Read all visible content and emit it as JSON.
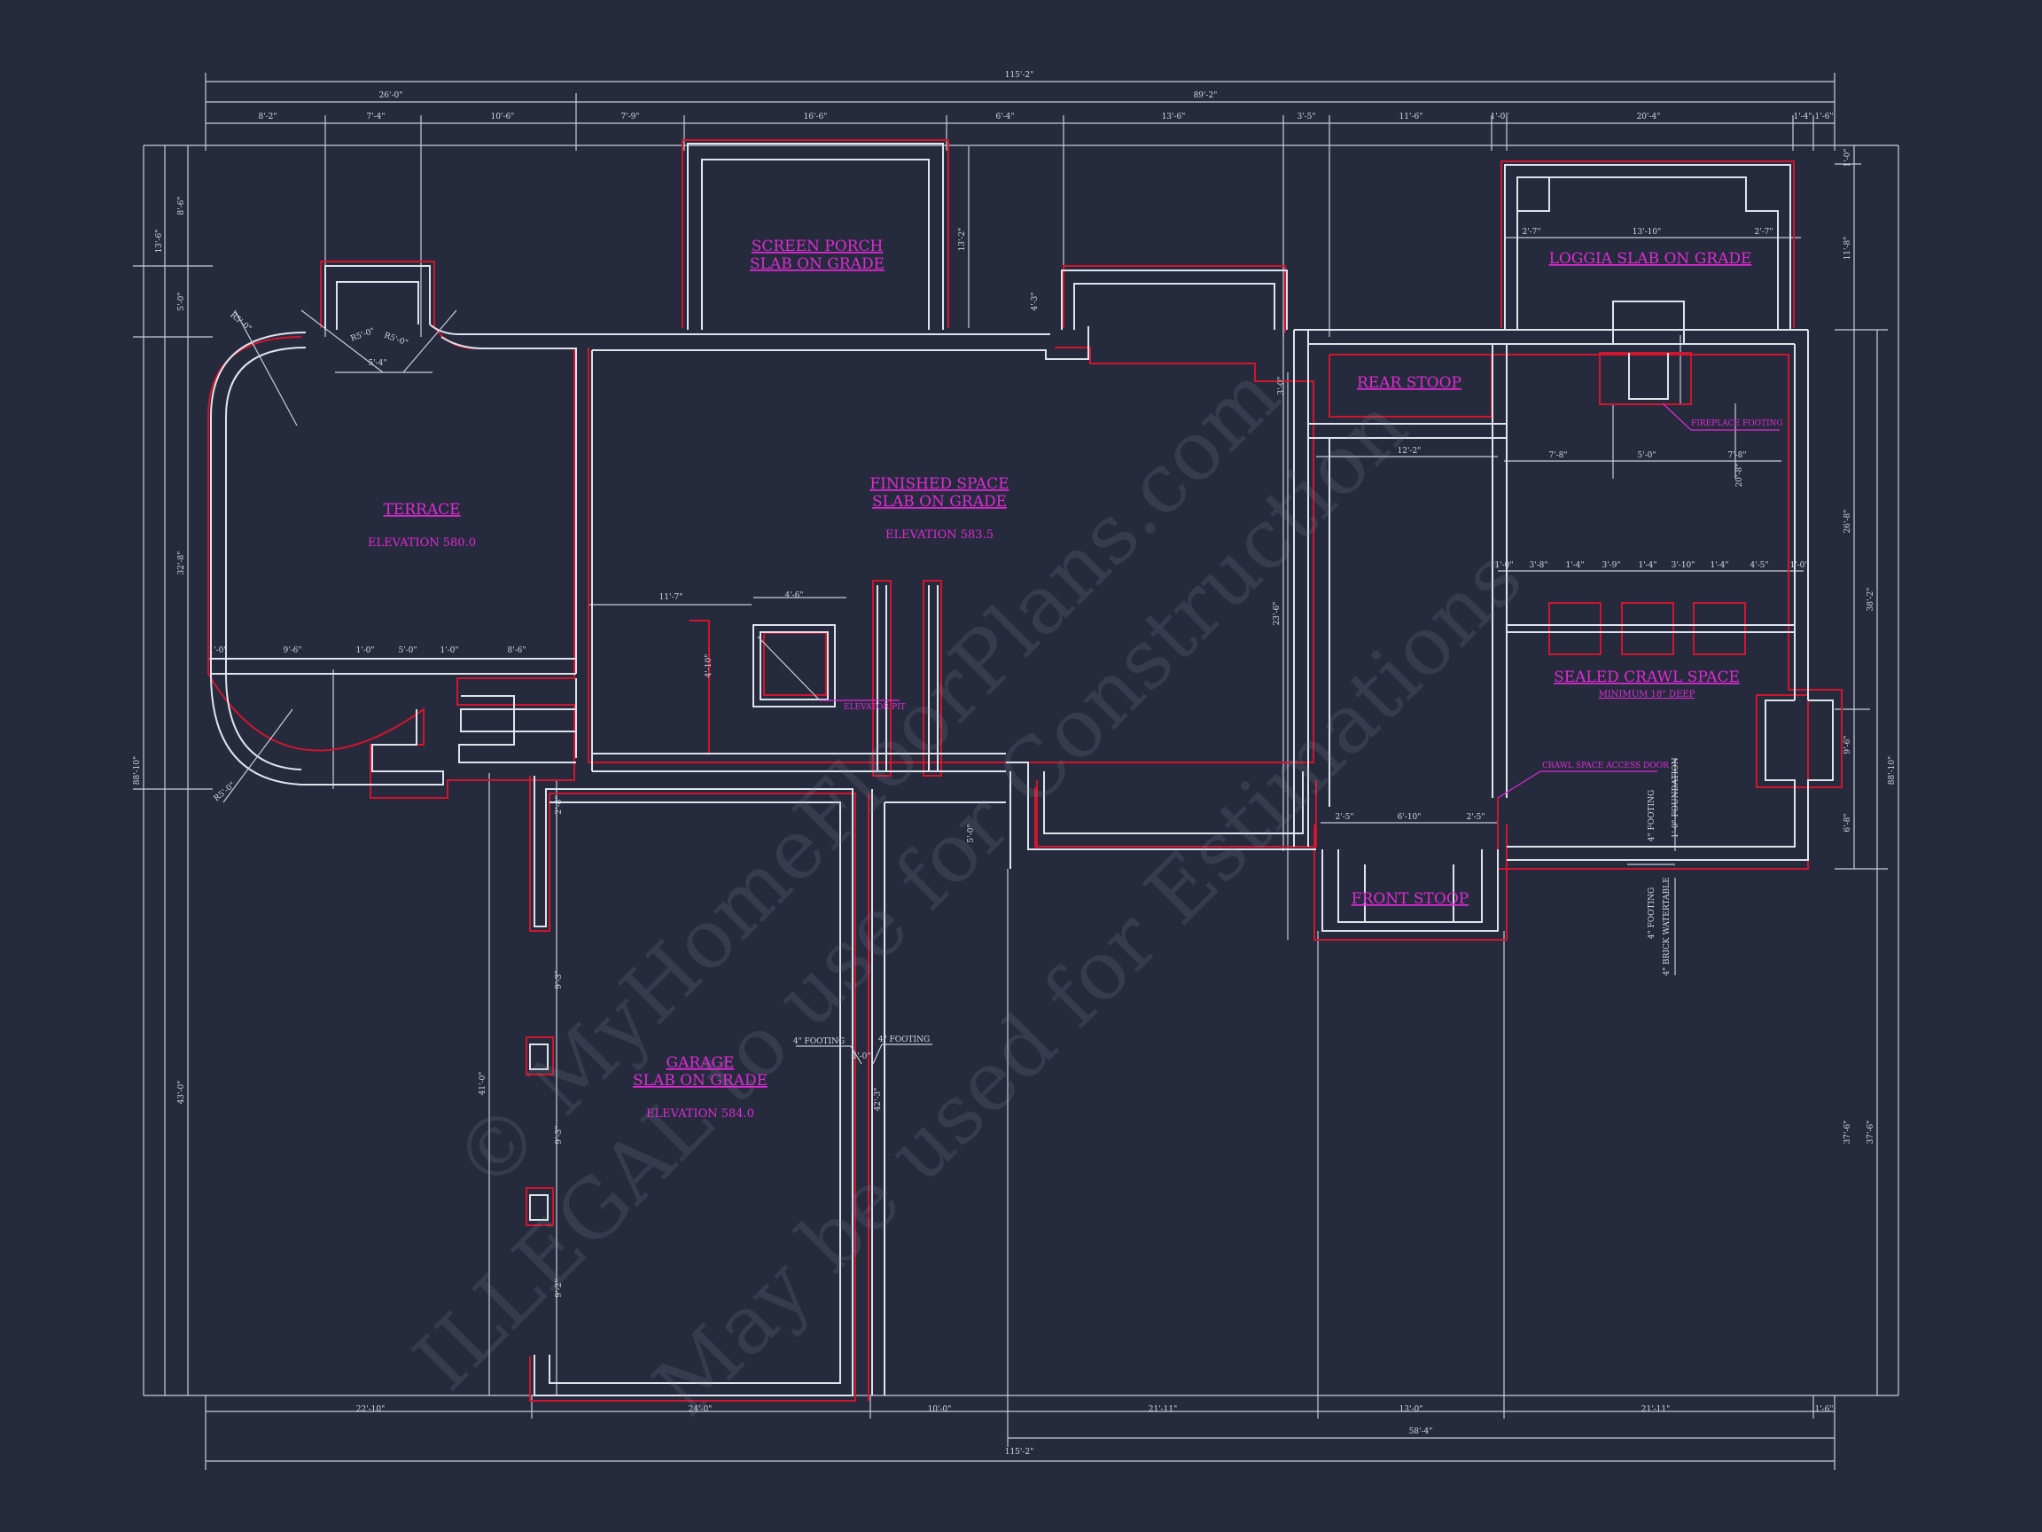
{
  "rooms": {
    "terrace": {
      "name": "TERRACE",
      "elevation": "ELEVATION 580.0"
    },
    "screen_porch": {
      "line1": "SCREEN PORCH",
      "line2": "SLAB ON GRADE"
    },
    "finished_space": {
      "line1": "FINISHED SPACE",
      "line2": "SLAB ON GRADE",
      "elevation": "ELEVATION 583.5"
    },
    "loggia": {
      "name": "LOGGIA SLAB ON GRADE"
    },
    "rear_stoop": {
      "name": "REAR STOOP"
    },
    "front_stoop": {
      "name": "FRONT STOOP"
    },
    "crawl_space": {
      "name": "SEALED CRAWL SPACE",
      "sub": "MINIMUM 18\" DEEP"
    },
    "garage": {
      "line1": "GARAGE",
      "line2": "SLAB ON GRADE",
      "elevation": "ELEVATION 584.0"
    }
  },
  "notes": {
    "elevator_pit": "ELEVATOR PIT",
    "fireplace_footing": "FIREPLACE FOOTING",
    "crawl_door": "CRAWL SPACE ACCESS DOOR",
    "footing_left": "4\" FOOTING",
    "footing_right": "4\" FOOTING",
    "footing_vert_a": "4\" FOOTING",
    "foundation_vert": "1'-0\" FOUNDATION",
    "footing_vert_b": "4\" FOOTING",
    "brick_watertable": "4\" BRICK WATERTABLE"
  },
  "dims": {
    "top_overall": "115'-2\"",
    "top_left": "26'-0\"",
    "top_right": "89'-2\"",
    "top_row": [
      "8'-2\"",
      "7'-4\"",
      "10'-6\"",
      "7'-9\"",
      "16'-6\"",
      "6'-4\"",
      "13'-6\"",
      "3'-5\"",
      "11'-6\"",
      "1'-0\"",
      "20'-4\"",
      "1'-4\"",
      "1'-6\""
    ],
    "bottom_row": [
      "22'-10\"",
      "24'-0\"",
      "10'-0\"",
      "21'-11\"",
      "13'-0\"",
      "21'-11\"",
      "1'-6\""
    ],
    "bottom_mid": "58'-4\"",
    "bottom_overall": "115'-2\"",
    "left_overall": "88'-10\"",
    "left_upper": "32'-8\"",
    "left_lower": "43'-0\"",
    "left_top_a": "13'-6\"",
    "left_top_b": "8'-6\"",
    "left_top_c": "5'-0\"",
    "garage_left": "41'-0\"",
    "right_overall": "88'-10\"",
    "right_upper": "38'-2\"",
    "right_lower": "37'-6\"",
    "right_lower_b": "37'-6\"",
    "right_a": "11'-8\"",
    "right_b": "26'-8\"",
    "right_c": "9'-6\"",
    "right_d": "6'-8\"",
    "right_e": "1'-0\"",
    "terrace_row": [
      "1'-0\"",
      "9'-6\"",
      "1'-0\"",
      "5'-0\"",
      "1'-0\"",
      "8'-6\""
    ],
    "radius_a": "R5'-0\"",
    "radius_b": "R5'-0\"",
    "radius_c": "R5'-0\"",
    "radius_d": "R5'-0\"",
    "terrace_neck": "5'-4\"",
    "elevator_w": "4'-6\"",
    "elevator_h": "4'-10\"",
    "elev_left": "11'-7\"",
    "mid_vert": "23'-6\"",
    "porch_vert": "13'-2\"",
    "loggia_inner": "13'-10\"",
    "loggia_l": "2'-7\"",
    "loggia_r": "2'-7\"",
    "crawl_top": "12'-2\"",
    "crawl_mid": [
      "7'-8\"",
      "5'-0\"",
      "7'-8\""
    ],
    "crawl_vert": "20'-8\"",
    "pier_row": [
      "1'-0\"",
      "3'-8\"",
      "1'-4\"",
      "3'-9\"",
      "1'-4\"",
      "3'-10\"",
      "1'-4\"",
      "4'-5\"",
      "1'-0\""
    ],
    "front_stoop_row": [
      "2'-5\"",
      "6'-10\"",
      "2'-5\""
    ],
    "garage_vert": [
      "2'-8\"",
      "9'-3\"",
      "9'-3\"",
      "9'-2\""
    ],
    "footing_gap": "1'-0\"",
    "footing_h": "42'-3\"",
    "stair_a": "5'-0\"",
    "stair_b": "4'-3\"",
    "stair_c": "3'-0\""
  }
}
